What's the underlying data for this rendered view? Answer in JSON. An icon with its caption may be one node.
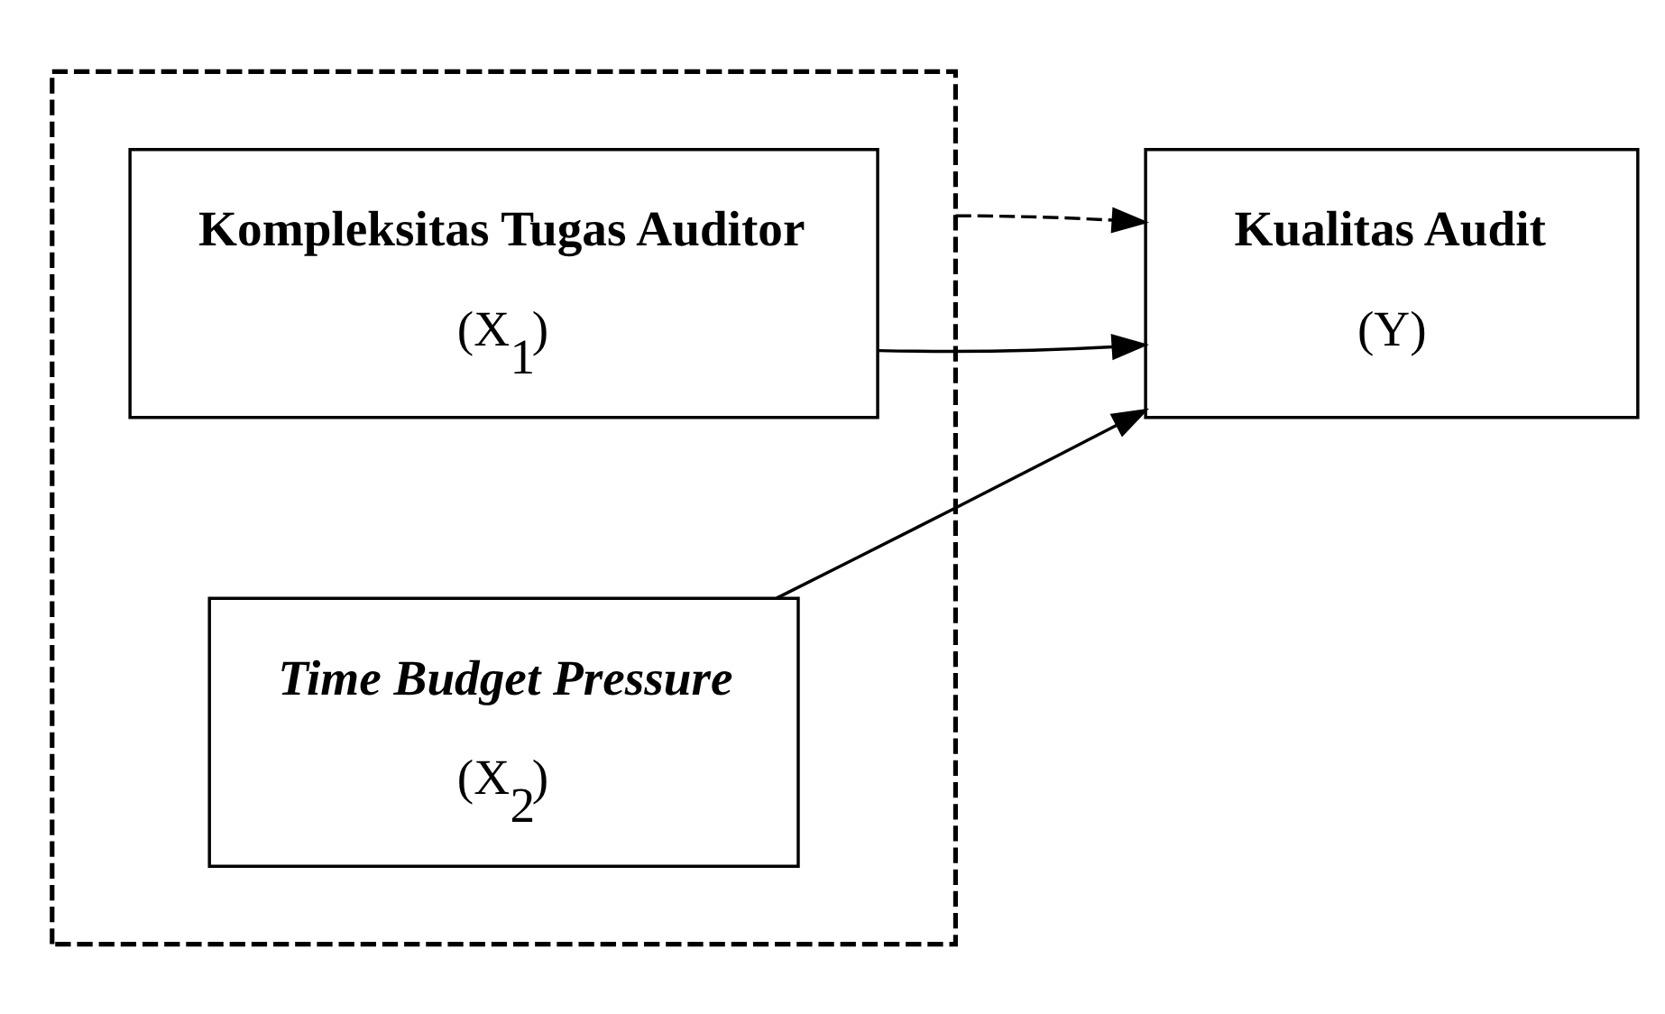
{
  "diagram": {
    "nodes": [
      {
        "text": [],
        "shape": "box"
      },
      {
        "text": [
          "Kompleksitas Tugas Auditor",
          "(X$_{1}$)"
        ],
        "in": 0
      },
      {
        "text": [
          "Time Budget Pressure",
          "(X$_{2}$)"
        ],
        "in": 0
      },
      {
        "text": [
          "Kualitas Audit",
          "(Y)"
        ]
      }
    ],
    "edges": [
      {
        "from": 1,
        "to": 3,
        "arrow": "to"
      },
      {
        "from": 2,
        "to": 3,
        "arrow": "to"
      },
      {
        "from": 0,
        "to": 3,
        "arrow": "to",
        "style": "dashed"
      }
    ]
  }
}
